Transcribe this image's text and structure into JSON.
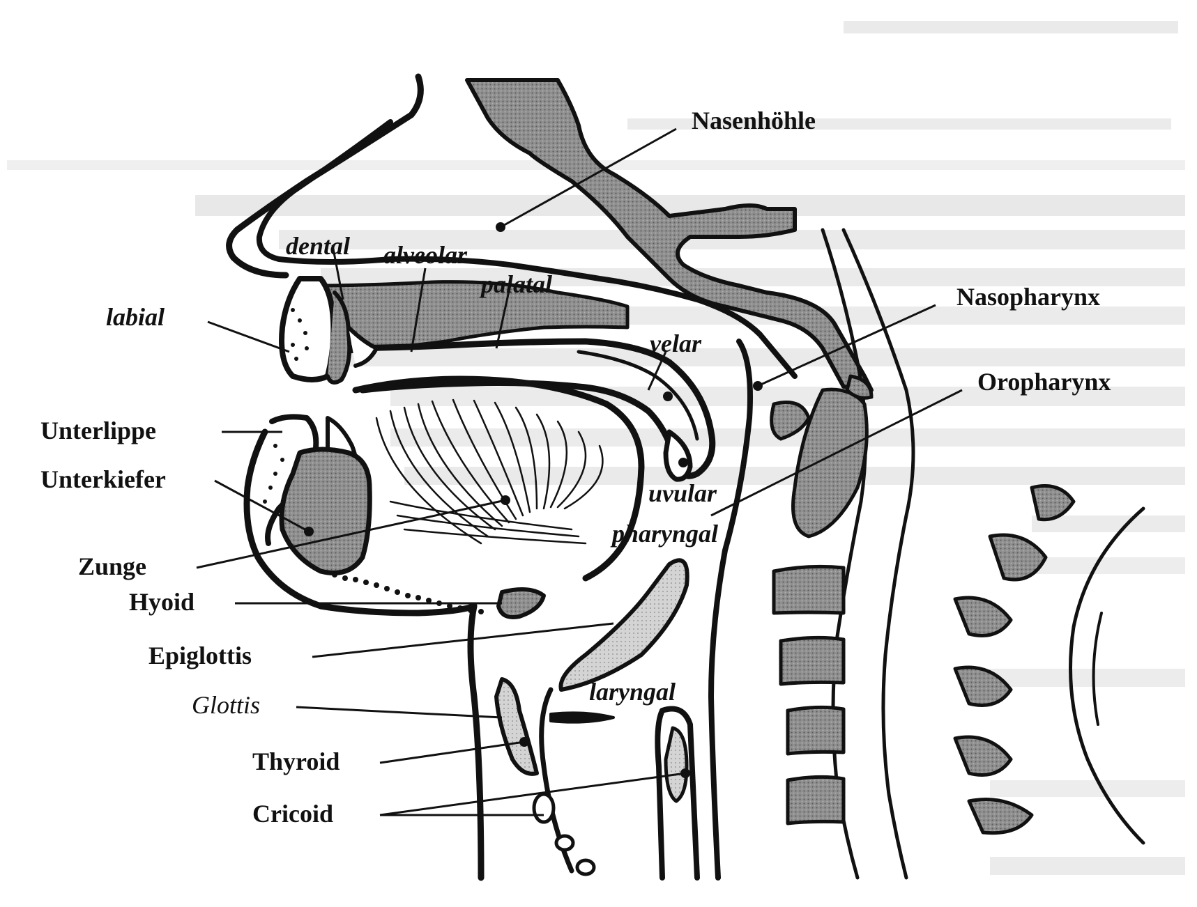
{
  "diagram": {
    "labels": {
      "nasenhoehle": "Nasenhöhle",
      "dental": "dental",
      "alveolar": "alveolar",
      "palatal": "palatal",
      "labial": "labial",
      "velar": "velar",
      "nasopharynx": "Nasopharynx",
      "oropharynx": "Oropharynx",
      "unterlippe": "Unterlippe",
      "unterkiefer": "Unterkiefer",
      "uvular": "uvular",
      "pharyngal": "pharyngal",
      "zunge": "Zunge",
      "hyoid": "Hyoid",
      "epiglottis": "Epiglottis",
      "glottis": "Glottis",
      "laryngal": "laryngal",
      "thyroid": "Thyroid",
      "cricoid": "Cricoid"
    },
    "colors": {
      "ink": "#111111",
      "shade": "#8a8a8a",
      "light_shade": "#c8c8c8",
      "bleed": "#cfcfcf"
    }
  }
}
